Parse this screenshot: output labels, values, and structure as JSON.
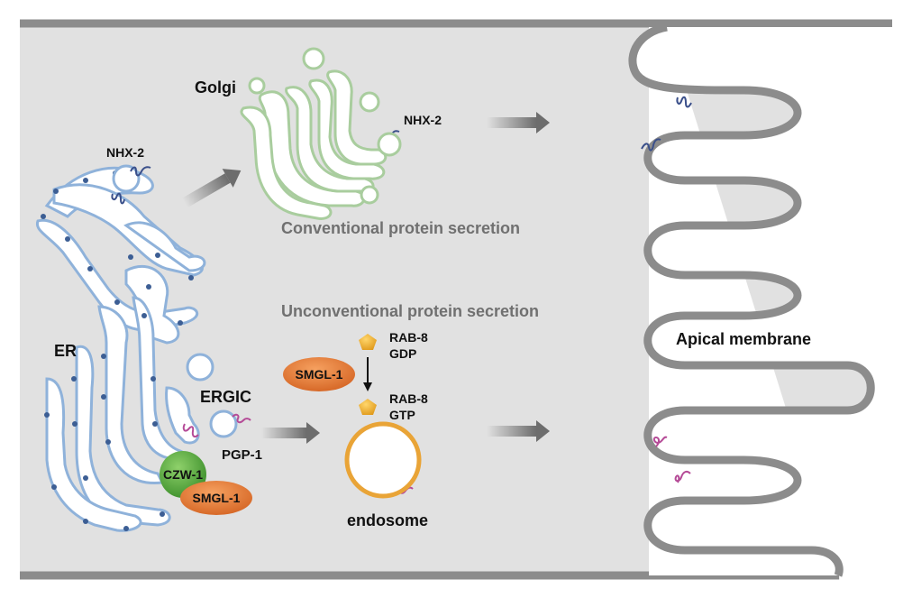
{
  "labels": {
    "golgi": "Golgi",
    "er": "ER",
    "ergic": "ERGIC",
    "endosome": "endosome",
    "apical_membrane": "Apical membrane",
    "conventional": "Conventional protein secretion",
    "unconventional": "Unconventional protein secretion",
    "nhx2_er": "NHX-2",
    "nhx2_golgi": "NHX-2",
    "pgp1": "PGP-1",
    "czw1": "CZW-1",
    "smgl1_er": "SMGL-1",
    "smgl1_mid": "SMGL-1",
    "rab8_gdp_line1": "RAB-8",
    "rab8_gdp_line2": "GDP",
    "rab8_gtp_line1": "RAB-8",
    "rab8_gtp_line2": "GTP"
  },
  "colors": {
    "cytoplasm": "#e1e1e1",
    "membrane": "#8c8c8c",
    "er_outline": "#8fb2da",
    "ribosome": "#3c5e94",
    "golgi_outline": "#a9cd9e",
    "endosome_outline": "#e9a437",
    "nhx2_protein": "#3a4f8a",
    "pgp1_protein": "#b54b97",
    "czw1": "#5bb040",
    "smgl1": "#e5782f",
    "rab8": "#f0b434",
    "arrow": "#7a7a7a"
  }
}
